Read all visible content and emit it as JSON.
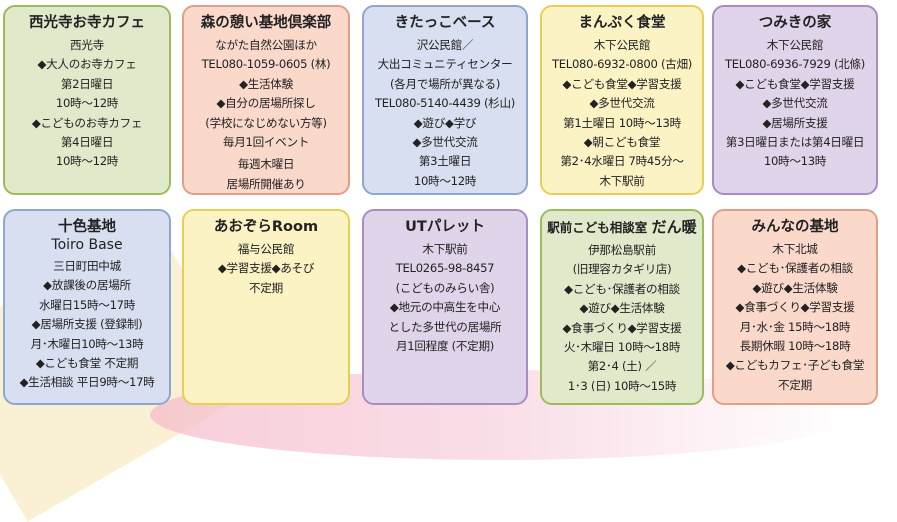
{
  "colors": {
    "green": {
      "bg": "#e0eacb",
      "border": "#9cbc5c"
    },
    "salmon": {
      "bg": "#fad9cb",
      "border": "#e59d88"
    },
    "blue": {
      "bg": "#d8dff0",
      "border": "#8fa6cf"
    },
    "yellow": {
      "bg": "#fcf3c4",
      "border": "#e7cf55"
    },
    "purple": {
      "bg": "#e0d4ea",
      "border": "#a88cc2"
    }
  },
  "cards": [
    {
      "title": "西光寺お寺カフェ",
      "color": "green",
      "lines": [
        "西光寺",
        "◆大人のお寺カフェ",
        "第2日曜日",
        "10時～12時",
        "◆こどものお寺カフェ",
        "第4日曜日",
        "10時～12時"
      ]
    },
    {
      "title": "森の憩い基地倶楽部",
      "color": "salmon",
      "lines": [
        "ながた自然公園ほか",
        "TEL080-1059-0605 (林)",
        "◆生活体験",
        "◆自分の居場所探し",
        "(学校になじめない方等)",
        "毎月1回イベント",
        "毎週木曜日",
        "居場所開催あり"
      ]
    },
    {
      "title": "きたっこベース",
      "color": "blue",
      "lines": [
        "沢公民館／",
        "大出コミュニティセンター",
        "(各月で場所が異なる)",
        "TEL080-5140-4439 (杉山)",
        "◆遊び◆学び",
        "◆多世代交流",
        "第3土曜日",
        "10時～12時"
      ]
    },
    {
      "title": "まんぷく食堂",
      "color": "yellow",
      "lines": [
        "木下公民館",
        "TEL080-6932-0800 (古畑)",
        "◆こども食堂◆学習支援",
        "◆多世代交流",
        "第1土曜日 10時～13時",
        "◆朝こども食堂",
        "第2･4水曜日 7時45分～",
        "木下駅前"
      ]
    },
    {
      "title": "つみきの家",
      "color": "purple",
      "lines": [
        "木下公民館",
        "TEL080-6936-7929 (北條)",
        "◆こども食堂◆学習支援",
        "◆多世代交流",
        "◆居場所支援",
        "第3日曜日または第4日曜日",
        "10時～13時"
      ]
    },
    {
      "title": "十色基地",
      "subtitle": "Toiro Base",
      "color": "blue",
      "lines": [
        "三日町田中城",
        "◆放課後の居場所",
        "水曜日15時～17時",
        "◆居場所支援 (登録制)",
        "月･木曜日10時～13時",
        "◆こども食堂 不定期",
        "◆生活相談 平日9時～17時"
      ]
    },
    {
      "title": "あおぞらRoom",
      "color": "yellow",
      "lines": [
        "福与公民館",
        "◆学習支援◆あそび",
        "不定期"
      ]
    },
    {
      "title": "UTパレット",
      "color": "purple",
      "lines": [
        "木下駅前",
        "TEL0265-98-8457",
        "(こどものみらい舎)",
        "◆地元の中高生を中心",
        "とした多世代の居場所",
        "月1回程度 (不定期)"
      ]
    },
    {
      "title_prefix": "駅前こども相談室",
      "title": "だん暖",
      "color": "green",
      "lines": [
        "伊那松島駅前",
        "(旧理容カタギリ店)",
        "◆こども･保護者の相談",
        "◆遊び◆生活体験",
        "◆食事づくり◆学習支援",
        "火･木曜日 10時～18時",
        "第2･4 (土) ／",
        "1･3 (日) 10時～15時"
      ]
    },
    {
      "title": "みんなの基地",
      "color": "salmon",
      "lines": [
        "木下北城",
        "◆こども･保護者の相談",
        "◆遊び◆生活体験",
        "◆食事づくり◆学習支援",
        "月･水･金 15時～18時",
        "長期休暇 10時～18時",
        "◆こどもカフェ･子ども食堂",
        "不定期"
      ]
    }
  ]
}
